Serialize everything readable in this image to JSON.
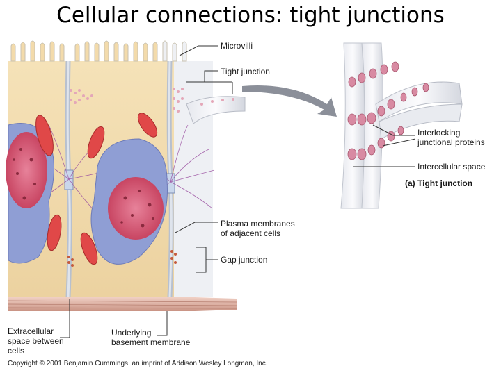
{
  "title": "Cellular connections: tight junctions",
  "labels": {
    "microvilli": "Microvilli",
    "tight_junction": "Tight junction",
    "plasma_membranes_1": "Plasma membranes",
    "plasma_membranes_2": "of adjacent cells",
    "gap_junction": "Gap junction",
    "extracellular_1": "Extracellular",
    "extracellular_2": "space between",
    "extracellular_3": "cells",
    "basement_1": "Underlying",
    "basement_2": "basement membrane",
    "interlocking_1": "Interlocking",
    "interlocking_2": "junctional proteins",
    "intercellular": "Intercellular space",
    "panel_caption": "(a) Tight junction"
  },
  "copyright": "Copyright © 2001 Benjamin Cummings, an imprint of Addison Wesley Longman, Inc.",
  "colors": {
    "cytoplasm": "#f3ddb0",
    "membrane": "#cfd6e2",
    "nucleus_blue": "#8f9ed4",
    "nucleus_red": "#d4566e",
    "mitochondria": "#e04848",
    "basement": "#e7b9ac",
    "fibers": "#9a4fa0"
  }
}
